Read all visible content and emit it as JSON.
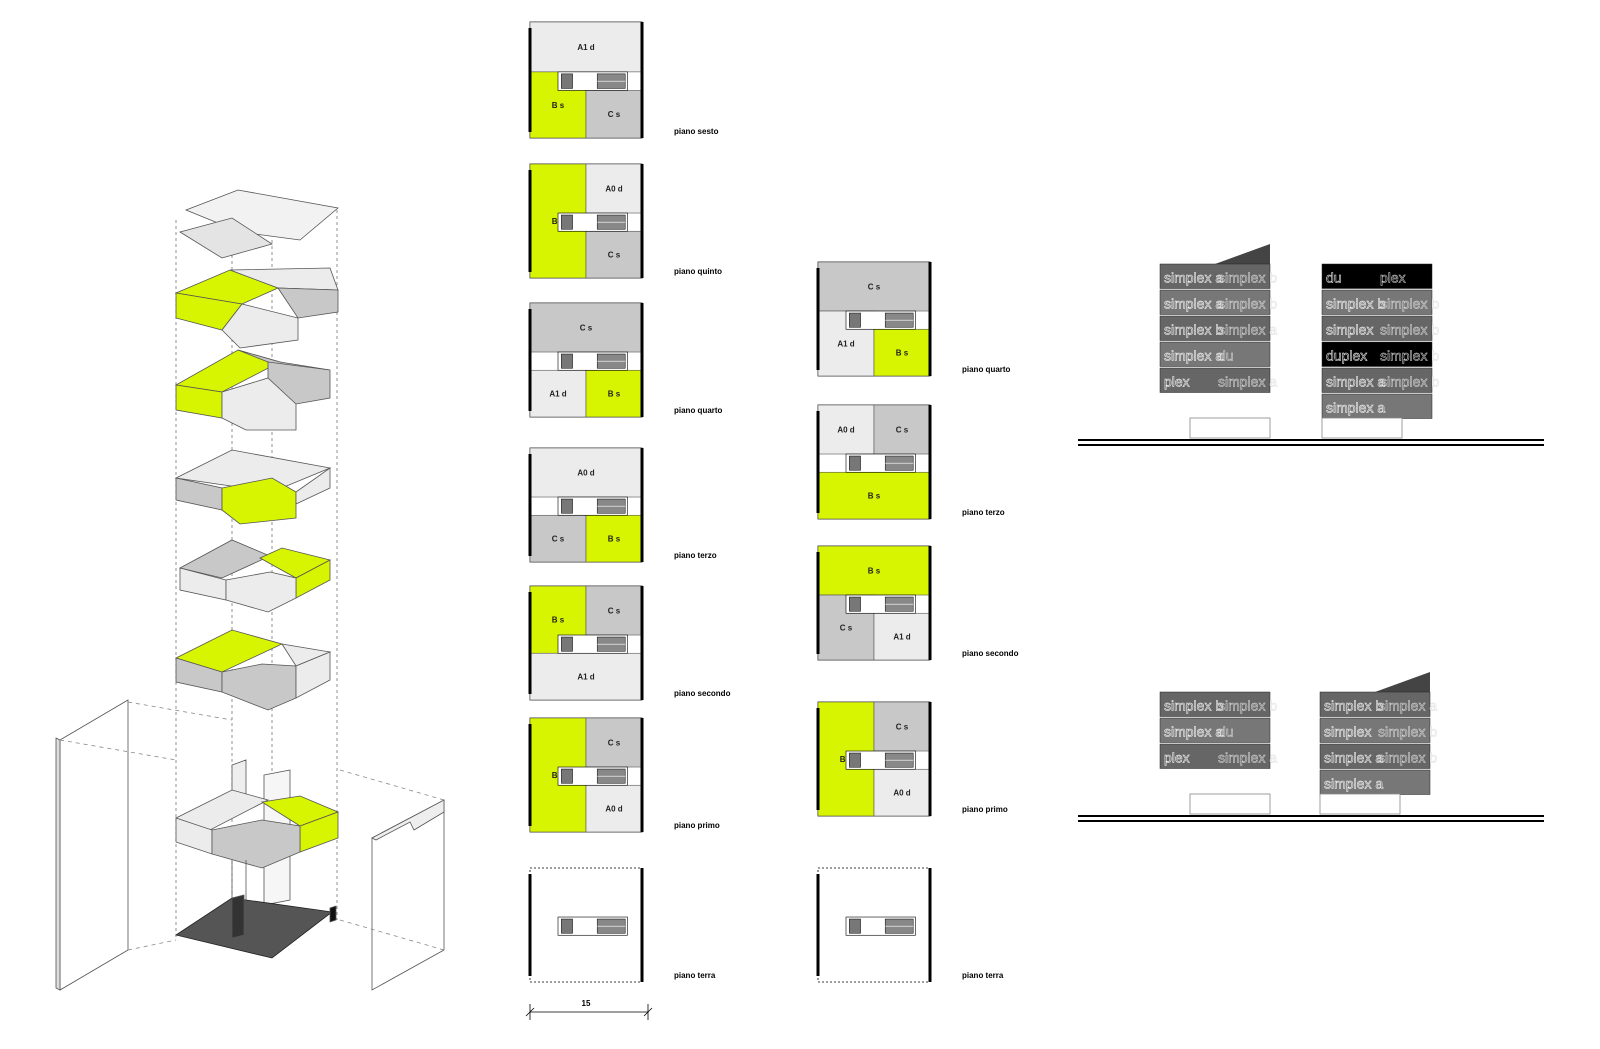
{
  "colors": {
    "accent_green": "#d7f400",
    "grey_dark": "#c8c8c8",
    "grey_light": "#ececec",
    "black": "#000000"
  },
  "column_a": {
    "floors": [
      {
        "label": "piano sesto",
        "rooms": [
          "A1 d",
          "B s",
          "C s"
        ]
      },
      {
        "label": "piano quinto",
        "rooms": [
          "B s",
          "A0 d",
          "C s"
        ]
      },
      {
        "label": "piano quarto",
        "rooms": [
          "C s",
          "A1 d",
          "B s"
        ]
      },
      {
        "label": "piano terzo",
        "rooms": [
          "A0 d",
          "C s",
          "B s"
        ]
      },
      {
        "label": "piano secondo",
        "rooms": [
          "B s",
          "C s",
          "A1 d"
        ]
      },
      {
        "label": "piano primo",
        "rooms": [
          "B s",
          "C s",
          "A0 d"
        ]
      },
      {
        "label": "piano terra",
        "rooms": []
      }
    ],
    "dimension": "15"
  },
  "column_b": {
    "floors": [
      {
        "label": "piano quarto",
        "rooms": [
          "C s",
          "A1 d",
          "B s"
        ]
      },
      {
        "label": "piano terzo",
        "rooms": [
          "A0 d",
          "C s",
          "B s"
        ]
      },
      {
        "label": "piano secondo",
        "rooms": [
          "B s",
          "C s",
          "A1 d"
        ]
      },
      {
        "label": "piano primo",
        "rooms": [
          "B s",
          "C s",
          "A0 d"
        ]
      },
      {
        "label": "piano terra",
        "rooms": []
      }
    ]
  },
  "elevations": {
    "top_left": [
      "simplex a",
      "simplex b",
      "simplex a",
      "simplex b",
      "simplex b",
      "simplex a",
      "simplex a",
      "du",
      "plex",
      "simplex a"
    ],
    "top_right": [
      "du",
      "plex",
      "simplex b",
      "simplex b",
      "simplex",
      "simplex b",
      "duplex",
      "simplex b",
      "simplex a",
      "simplex b",
      "simplex a"
    ],
    "bottom_left": [
      "simplex b",
      "simplex b",
      "simplex a",
      "du",
      "plex",
      "simplex a"
    ],
    "bottom_right": [
      "simplex b",
      "simplex a",
      "simplex",
      "simplex b",
      "simplex a",
      "simplex b",
      "simplex a"
    ]
  }
}
